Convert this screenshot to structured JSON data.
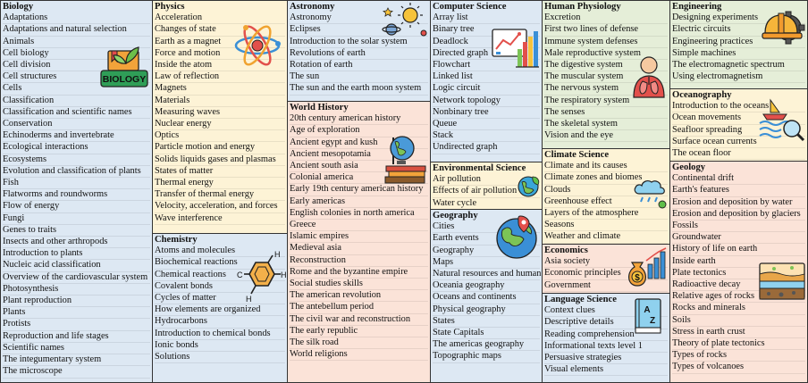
{
  "sections": {
    "biology": {
      "title": "Biology",
      "items": [
        "Adaptations",
        "Adaptations and natural selection",
        "Animals",
        "Cell biology",
        "Cell division",
        "Cell structures",
        "Cells",
        "Classification",
        "Classification and scientific names",
        "Conservation",
        "Echinoderms and invertebrate",
        "Ecological interactions",
        "Ecosystems",
        "Evolution and classification of plants",
        "Fish",
        "Flatworms and roundworms",
        "Flow of energy",
        "Fungi",
        "Genes to traits",
        "Insects and other arthropods",
        "Introduction to plants",
        "Nucleic acid classification",
        "Overview of the cardiovascular system",
        "Photosynthesis",
        "Plant reproduction",
        "Plants",
        "Protists",
        "Reproduction and life stages",
        "Scientific names",
        "The integumentary system",
        "The microscope"
      ],
      "badge": "BIOLOGY"
    },
    "physics": {
      "title": "Physics",
      "items": [
        "Acceleration",
        "Changes of state",
        "Earth as a magnet",
        "Force and motion",
        "Inside the atom",
        "Law of reflection",
        "Magnets",
        "Materials",
        "Measuring waves",
        "Nuclear energy",
        "Optics",
        "Particle motion and energy",
        "Solids liquids gases and plasmas",
        "States of matter",
        "Thermal energy",
        "Transfer of thermal energy",
        "Velocity, acceleration, and forces",
        "Wave interference"
      ]
    },
    "chemistry": {
      "title": "Chemistry",
      "items": [
        "Atoms and molecules",
        "Biochemical reactions",
        "Chemical reactions",
        "Covalent bonds",
        "Cycles of matter",
        "How elements are organized",
        "Hydrocarbons",
        "Introduction to chemical bonds",
        "Ionic bonds",
        "Solutions"
      ],
      "atom_labels": [
        "H",
        "H",
        "C",
        "H"
      ]
    },
    "astronomy": {
      "title": "Astronomy",
      "items": [
        "Astronomy",
        "Eclipses",
        "Introduction to the solar system",
        "Revolutions of earth",
        "Rotation of earth",
        "The sun",
        "The sun and the earth moon system"
      ]
    },
    "world_history": {
      "title": "World History",
      "items": [
        "20th century american history",
        "Age of exploration",
        "Ancient egypt and kush",
        "Ancient mesopotamia",
        "Ancient south asia",
        "Colonial america",
        "Early 19th century american history",
        "Early americas",
        "English colonies in north america",
        "Greece",
        "Islamic empires",
        "Medieval asia",
        "Reconstruction",
        "Rome and the byzantine empire",
        "Social studies skills",
        "The american revolution",
        "The antebellum period",
        "The civil war and reconstruction",
        "The early republic",
        "The silk road",
        "World religions"
      ]
    },
    "computer_science": {
      "title": "Computer Science",
      "items": [
        "Array list",
        "Binary tree",
        "Deadlock",
        "Directed graph",
        "Flowchart",
        "Linked list",
        "Logic circuit",
        "Network topology",
        "Nonbinary tree",
        "Queue",
        "Stack",
        "Undirected graph"
      ]
    },
    "environmental_science": {
      "title": "Environmental Science",
      "items": [
        "Air pollution",
        "Effects of air pollution",
        "Water cycle"
      ]
    },
    "geography": {
      "title": "Geography",
      "items": [
        "Cities",
        "Earth events",
        "Geography",
        "Maps",
        "Natural resources and human impacts",
        "Oceania geography",
        "Oceans and continents",
        "Physical geography",
        "States",
        "State Capitals",
        "The americas geography",
        "Topographic maps"
      ]
    },
    "human_physiology": {
      "title": "Human Physiology",
      "items": [
        "Excretion",
        "First two lines of defense",
        "Immune system defenses",
        "Male reproductive system",
        "The digestive system",
        "The muscular system",
        "The nervous system",
        "The respiratory system",
        "The senses",
        "The skeletal system",
        "Vision and the eye"
      ]
    },
    "climate_science": {
      "title": "Climate Science",
      "items": [
        "Climate and its causes",
        "Climate zones and biomes",
        "Clouds",
        "Greenhouse effect",
        "Layers of the atmosphere",
        "Seasons",
        "Weather and climate"
      ]
    },
    "economics": {
      "title": "Economics",
      "items": [
        "Asia society",
        "Economic principles",
        "Government"
      ],
      "coin_symbol": "$"
    },
    "language_science": {
      "title": "Language Science",
      "items": [
        "Context clues",
        "Descriptive details",
        "Reading comprehension",
        "Informational texts level 1",
        "Persuasive strategies",
        "Visual elements"
      ],
      "book_letters": [
        "A",
        "Z"
      ]
    },
    "engineering": {
      "title": "Engineering",
      "items": [
        "Designing experiments",
        "Electric circuits",
        "Engineering practices",
        "Simple machines",
        "The electromagnetic spectrum",
        "Using electromagnetism"
      ]
    },
    "oceanography": {
      "title": "Oceanography",
      "items": [
        "Introduction to the oceans",
        "Ocean movements",
        "Seafloor spreading",
        "Surface ocean currents",
        "The ocean floor"
      ]
    },
    "geology": {
      "title": "Geology",
      "items": [
        "Continental drift",
        "Earth's features",
        "Erosion and deposition by water",
        "Erosion and deposition by glaciers",
        "Fossils",
        "Groundwater",
        "History of life on earth",
        "Inside earth",
        "Plate tectonics",
        "Radioactive decay",
        "Relative ages of rocks",
        "Rocks and minerals",
        "Soils",
        "Stress in earth crust",
        "Theory of plate tectonics",
        "Types of rocks",
        "Types of volcanoes"
      ]
    }
  }
}
